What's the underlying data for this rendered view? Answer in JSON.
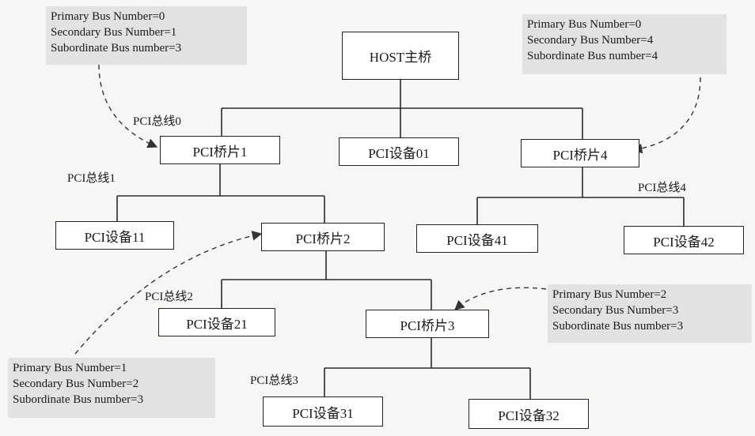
{
  "host": "HOST主桥",
  "bridges": {
    "b1": "PCI桥片1",
    "b2": "PCI桥片2",
    "b3": "PCI桥片3",
    "b4": "PCI桥片4"
  },
  "devices": {
    "d01": "PCI设备01",
    "d11": "PCI设备11",
    "d21": "PCI设备21",
    "d31": "PCI设备31",
    "d32": "PCI设备32",
    "d41": "PCI设备41",
    "d42": "PCI设备42"
  },
  "buses": {
    "bus0": "PCI总线0",
    "bus1": "PCI总线1",
    "bus2": "PCI总线2",
    "bus3": "PCI总线3",
    "bus4": "PCI总线4"
  },
  "notes": {
    "n1": [
      "Primary Bus Number=0",
      "Secondary Bus Number=1",
      "Subordinate Bus number=3"
    ],
    "n2": [
      "Primary Bus Number=1",
      "Secondary Bus Number=2",
      "Subordinate Bus number=3"
    ],
    "n3": [
      "Primary Bus Number=2",
      "Secondary Bus Number=3",
      "Subordinate Bus number=3"
    ],
    "n4": [
      "Primary Bus Number=0",
      "Secondary Bus Number=4",
      "Subordinate Bus number=4"
    ]
  }
}
